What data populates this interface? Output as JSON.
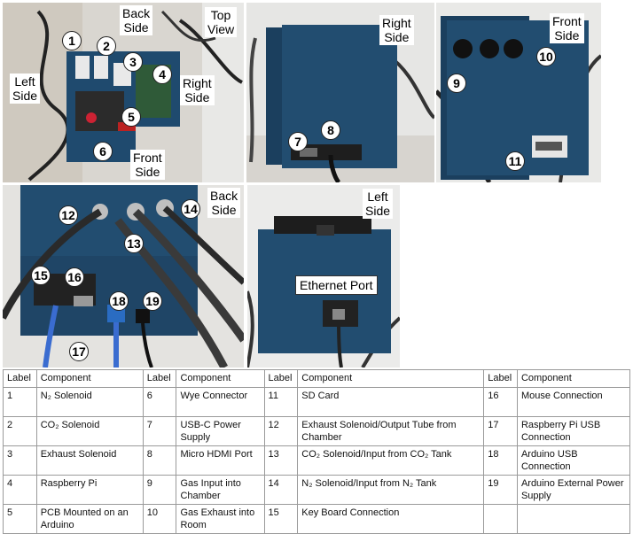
{
  "photos": {
    "top_view": {
      "side_labels": {
        "back": "Back\nSide",
        "top": "Top\nView",
        "left": "Left\nSide",
        "right": "Right\nSide",
        "front": "Front\nSide"
      },
      "callouts": [
        "1",
        "2",
        "3",
        "4",
        "5",
        "6"
      ]
    },
    "right_side": {
      "side_label": "Right\nSide",
      "callouts": [
        "7",
        "8"
      ]
    },
    "front_side": {
      "side_label": "Front\nSide",
      "callouts": [
        "9",
        "10",
        "11"
      ]
    },
    "back_side": {
      "side_label": "Back\nSide",
      "callouts": [
        "12",
        "13",
        "14",
        "15",
        "16",
        "17",
        "18",
        "19"
      ]
    },
    "left_side": {
      "side_label": "Left\nSide",
      "port_label": "Ethernet Port"
    }
  },
  "legend": {
    "headers": [
      "Label",
      "Component",
      "Label",
      "Component",
      "Label",
      "Component",
      "Label",
      "Component"
    ],
    "rows": [
      [
        [
          "1",
          "N₂ Solenoid"
        ],
        [
          "6",
          "Wye Connector"
        ],
        [
          "11",
          "SD Card"
        ],
        [
          "16",
          "Mouse Connection"
        ]
      ],
      [
        [
          "2",
          "CO₂ Solenoid"
        ],
        [
          "7",
          "USB-C Power Supply"
        ],
        [
          "12",
          "Exhaust Solenoid/Output Tube from Chamber"
        ],
        [
          "17",
          "Raspberry Pi USB Connection"
        ]
      ],
      [
        [
          "3",
          "Exhaust Solenoid"
        ],
        [
          "8",
          "Micro HDMI Port"
        ],
        [
          "13",
          "CO₂ Solenoid/Input from CO₂ Tank"
        ],
        [
          "18",
          "Arduino USB Connection"
        ]
      ],
      [
        [
          "4",
          "Raspberry Pi"
        ],
        [
          "9",
          "Gas Input into Chamber"
        ],
        [
          "14",
          "N₂ Solenoid/Input from N₂ Tank"
        ],
        [
          "19",
          "Arduino External Power Supply"
        ]
      ],
      [
        [
          "5",
          "PCB Mounted on an Arduino"
        ],
        [
          "10",
          "Gas Exhaust into Room"
        ],
        [
          "15",
          "Key Board Connection"
        ],
        [
          "",
          ""
        ]
      ]
    ]
  }
}
